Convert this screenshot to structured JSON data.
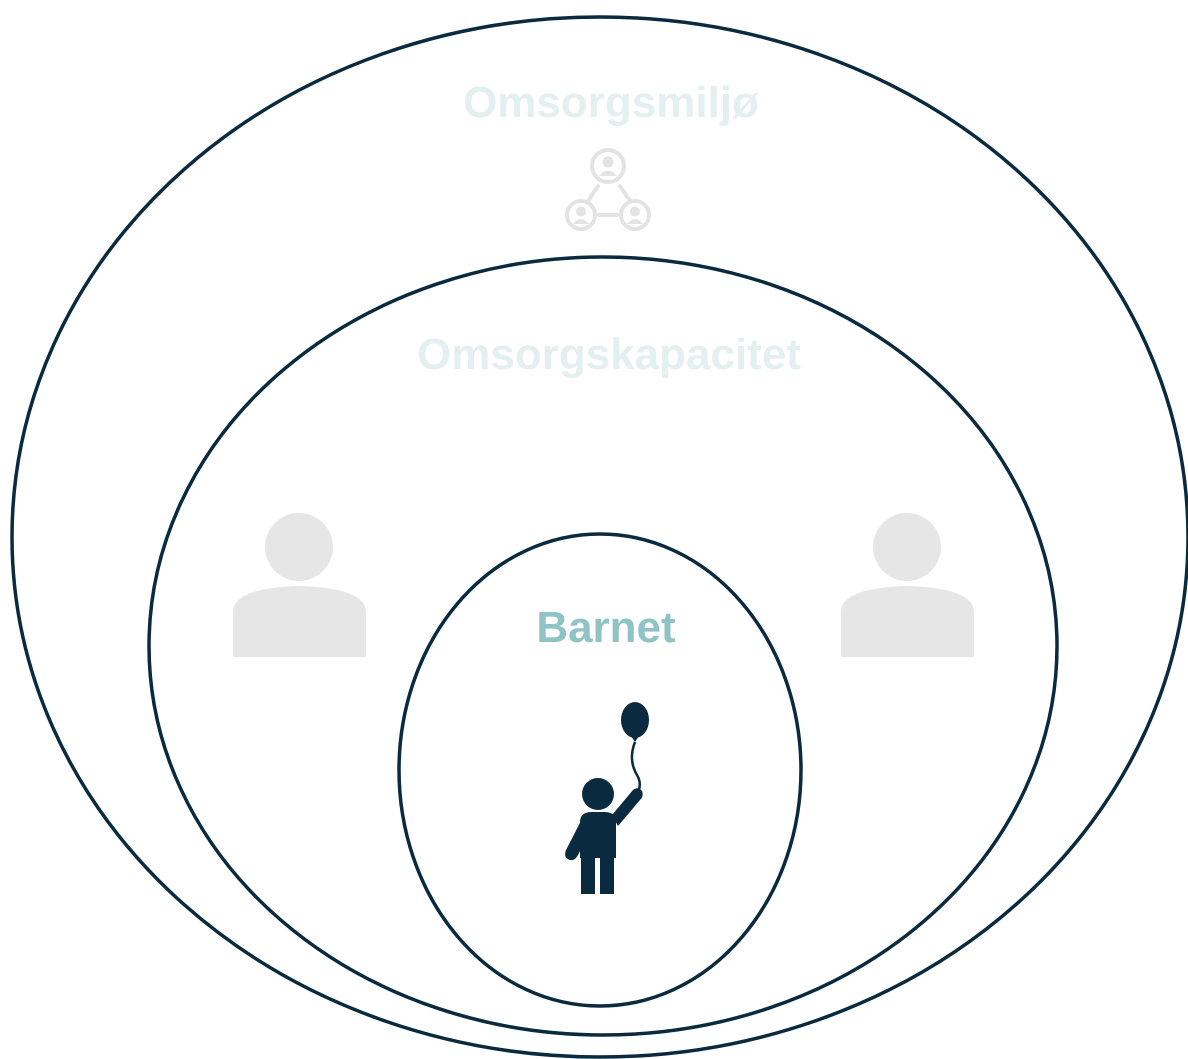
{
  "diagram": {
    "layers": [
      {
        "id": "outer",
        "label": "Omsorgsmiljø",
        "icon": "network-icon"
      },
      {
        "id": "middle",
        "label": "Omsorgskapacitet",
        "icon": "person-icon"
      },
      {
        "id": "inner",
        "label": "Barnet",
        "icon": "child-with-balloon-icon"
      }
    ],
    "colors": {
      "ring": "#0a2a3f",
      "outer_label": "#e4f0f0",
      "middle_label": "#e4f0f0",
      "inner_label": "#8fc3c5",
      "person_icon": "#e6e6e6",
      "network_icon": "#e3e3e3",
      "child_icon": "#0a2a3f"
    }
  }
}
